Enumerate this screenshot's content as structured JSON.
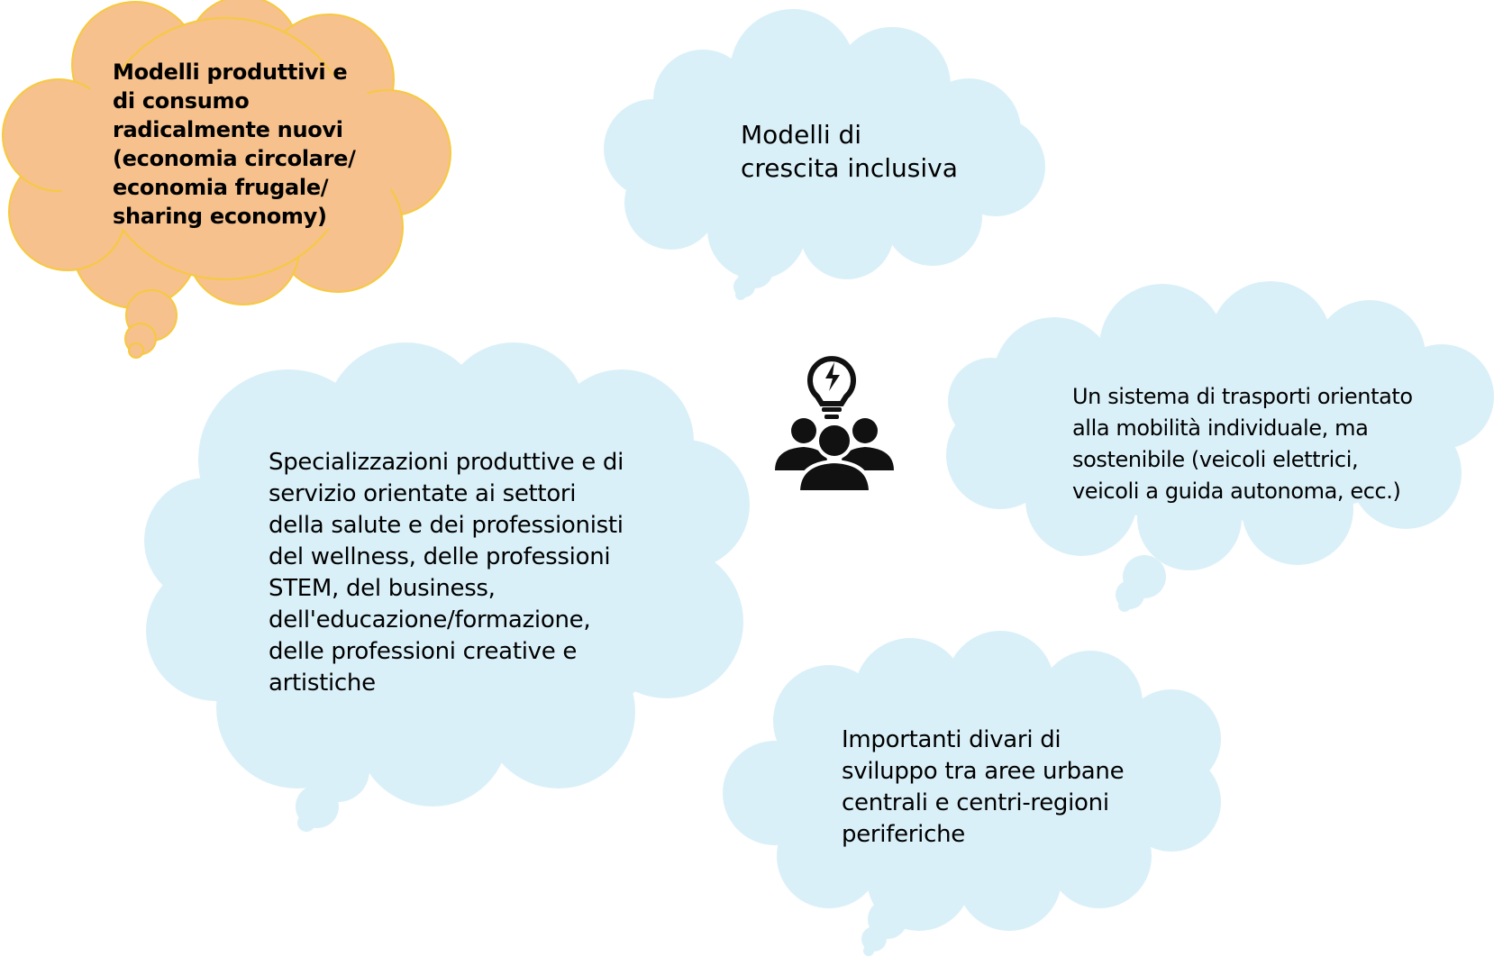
{
  "colors": {
    "highlight_fill": "#f6c18c",
    "highlight_stroke": "#f7c93e",
    "cloud_fill": "#daf0f8",
    "icon": "#111111"
  },
  "icon": "team-idea-icon",
  "clouds": [
    {
      "lines": [
        "Modelli produttivi e",
        "di consumo",
        "radicalmente nuovi",
        "(economia circolare/",
        "economia frugale/",
        "sharing economy)"
      ]
    },
    {
      "lines": [
        "Modelli di",
        "crescita inclusiva"
      ]
    },
    {
      "lines": [
        "Un sistema di trasporti orientato",
        "alla mobilità individuale, ma",
        "sostenibile (veicoli elettrici,",
        "veicoli a guida autonoma, ecc.)"
      ]
    },
    {
      "lines": [
        "Specializzazioni produttive e di",
        "servizio orientate ai settori",
        "della salute e dei professionisti",
        "del wellness, delle professioni",
        "STEM, del business,",
        "dell'educazione/formazione,",
        "delle professioni creative e",
        "artistiche"
      ]
    },
    {
      "lines": [
        "Importanti divari di",
        "sviluppo tra aree urbane",
        "centrali e centri-regioni",
        "periferiche"
      ]
    }
  ]
}
